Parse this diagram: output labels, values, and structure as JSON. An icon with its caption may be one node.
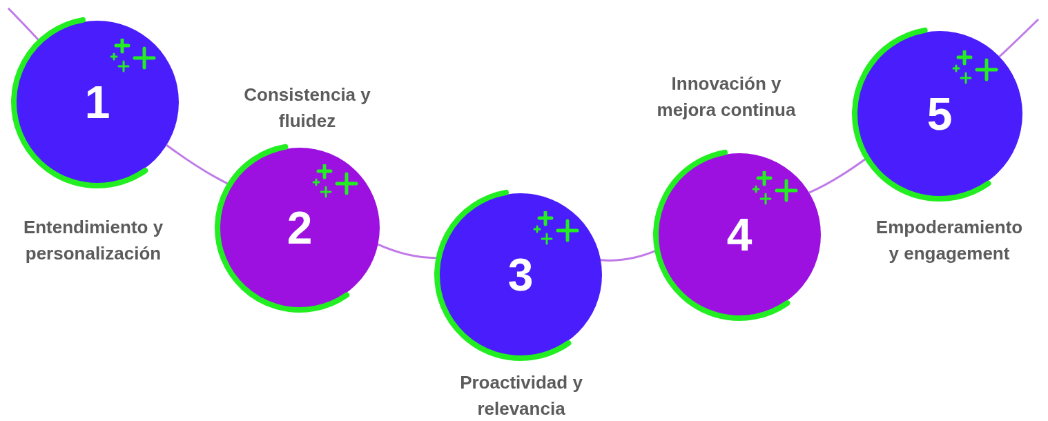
{
  "diagram": {
    "nodes": [
      {
        "text": [
          "1"
        ],
        "beside": [
          "Entendimiento y personalización"
        ]
      },
      {
        "text": [
          "2"
        ],
        "beside": [
          "Consistencia y fluidez"
        ]
      },
      {
        "text": [
          "3"
        ],
        "beside": [
          "Proactividad y relevancia"
        ]
      },
      {
        "text": [
          "4"
        ],
        "beside": [
          "Innovación y mejora continua"
        ]
      },
      {
        "text": [
          "5"
        ],
        "beside": [
          "Empoderamiento y engagement"
        ]
      }
    ],
    "edges": [
      {
        "from": null,
        "to": 0,
        "arrow": "none"
      },
      {
        "from": 0,
        "to": 1,
        "arrow": "none"
      },
      {
        "from": 1,
        "to": 2,
        "arrow": "none"
      },
      {
        "from": 2,
        "to": 3,
        "arrow": "none"
      },
      {
        "from": 3,
        "to": 4,
        "arrow": "none"
      },
      {
        "from": 4,
        "to": null,
        "arrow": "none"
      }
    ]
  }
}
